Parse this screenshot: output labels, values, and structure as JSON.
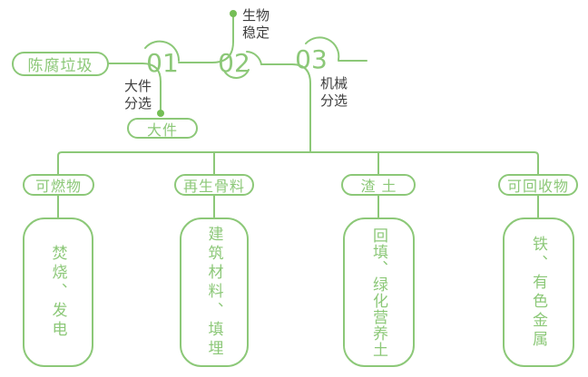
{
  "diagram": {
    "background": "#ffffff",
    "accent_green": "#8CC878",
    "dot_green": "#74BE55",
    "label_dark": "#3E3E3E"
  },
  "source": {
    "label": "陈腐垃圾"
  },
  "steps": [
    {
      "number": "01",
      "label": "大件\n分选",
      "output": "大件"
    },
    {
      "number": "02",
      "label": "生物\n稳定"
    },
    {
      "number": "03",
      "label": "机械\n分选"
    }
  ],
  "streams": [
    {
      "category": "可燃物",
      "disposal": "焚烧、发电"
    },
    {
      "category": "再生骨料",
      "disposal": "建筑材料、填埋"
    },
    {
      "category": "渣土",
      "disposal": "回填、绿化营养土"
    },
    {
      "category": "可回收物",
      "disposal": "铁、有色金属"
    }
  ]
}
